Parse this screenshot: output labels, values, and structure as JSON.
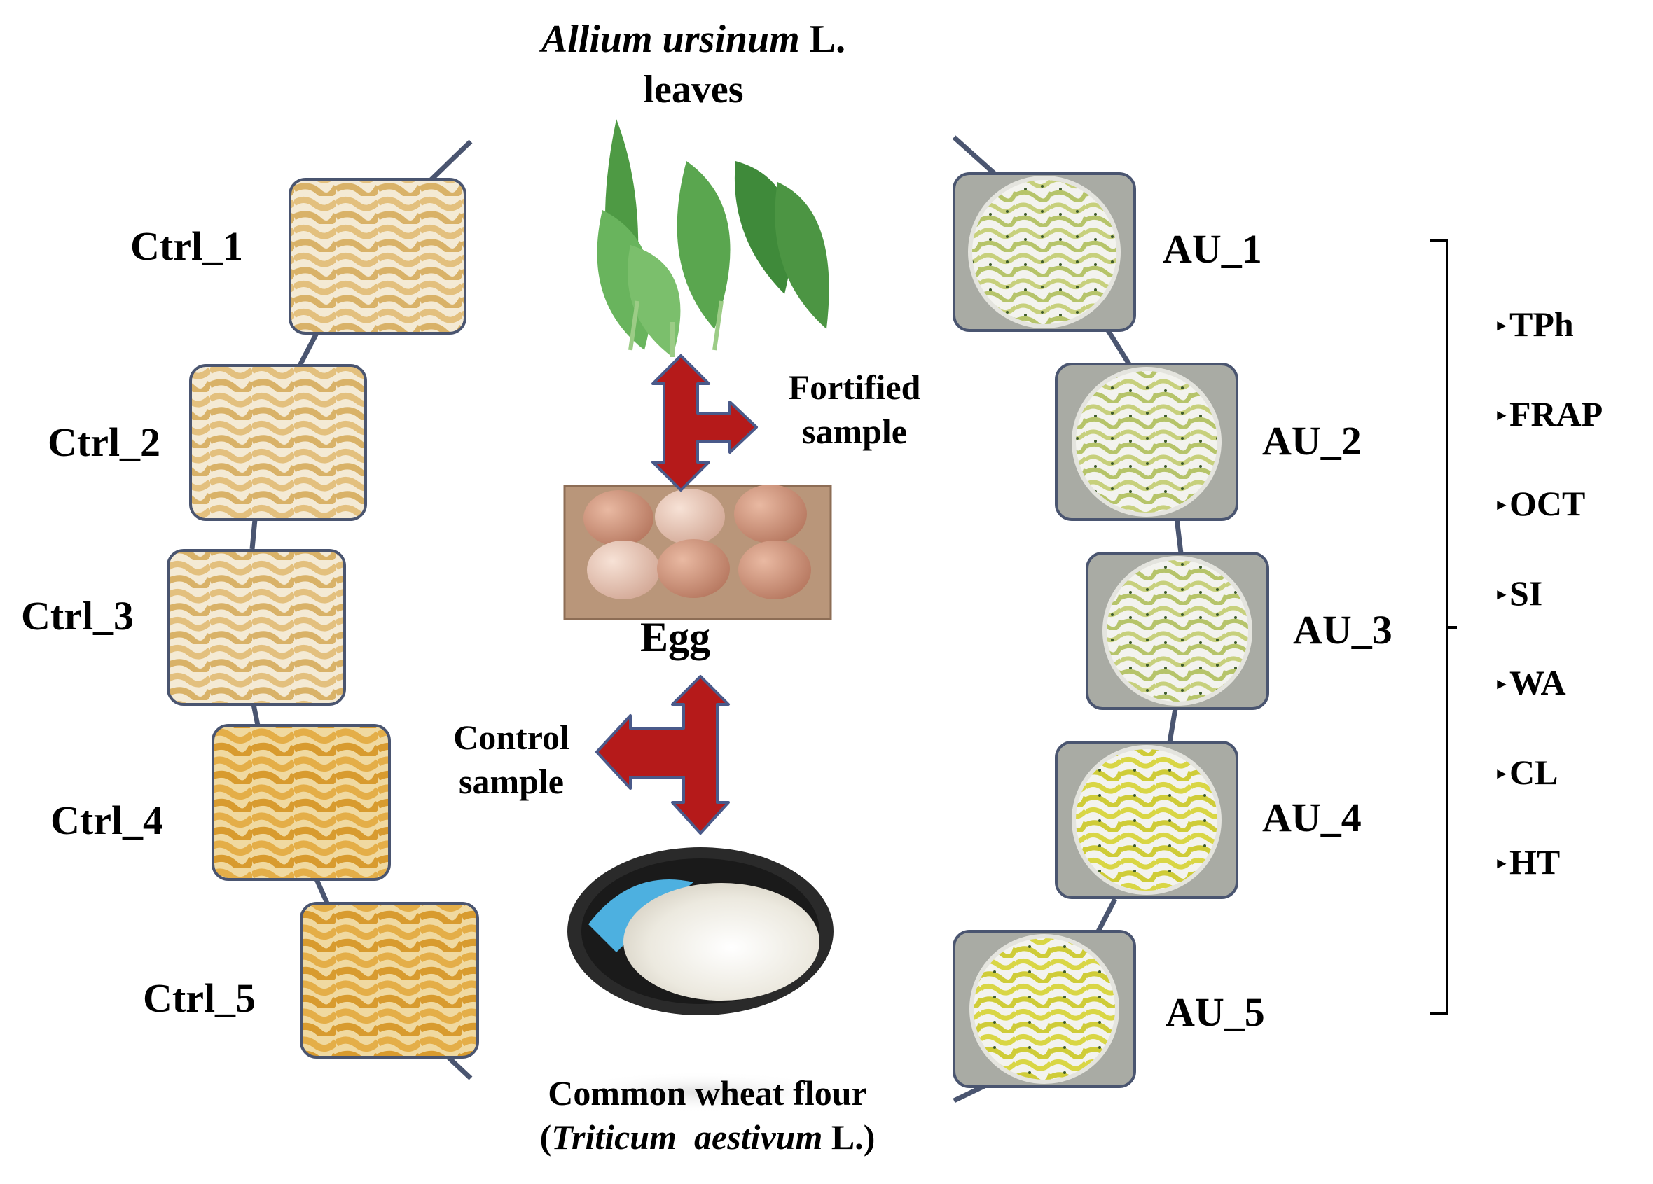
{
  "top_ingredient": {
    "name_italic": "Allium ursinum",
    "name_suffix": " L.",
    "subtitle": "leaves"
  },
  "arrows": {
    "fortified_line1": "Fortified",
    "fortified_line2": "sample",
    "control_line1": "Control",
    "control_line2": "sample"
  },
  "middle_ingredient": {
    "label": "Egg"
  },
  "bottom_ingredient": {
    "name": "Common wheat flour",
    "latin_open": "(",
    "latin_italic": "Triticum  aestivum",
    "latin_suffix": " L.)"
  },
  "control_samples": [
    "Ctrl_1",
    "Ctrl_2",
    "Ctrl_3",
    "Ctrl_4",
    "Ctrl_5"
  ],
  "fortified_samples": [
    "AU_1",
    "AU_2",
    "AU_3",
    "AU_4",
    "AU_5"
  ],
  "analyses": [
    "TPh",
    "FRAP",
    "OCT",
    "SI",
    "WA",
    "CL",
    "HT"
  ],
  "colors": {
    "arrow_fill": "#b51a1a",
    "arrow_stroke": "#4a5a8a",
    "frame_stroke": "#4a5570",
    "pasta_plain": "#e8c98a",
    "pasta_green": "#c9d48a",
    "leaf": "#3f8a3a",
    "egg": "#c98a70",
    "flour": "#f5f3ec"
  }
}
